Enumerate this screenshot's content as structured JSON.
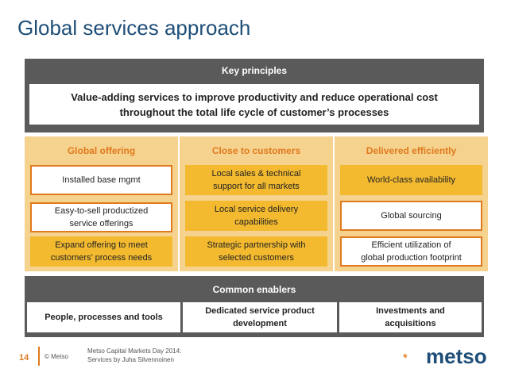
{
  "title": "Global services approach",
  "key_principles": {
    "heading": "Key principles",
    "statement_line1": "Value-adding services to improve productivity and reduce operational cost",
    "statement_line2": "throughout the total life cycle of customer’s processes"
  },
  "columns": [
    {
      "heading": "Global offering",
      "cells": [
        {
          "line1": "Installed base mgmt",
          "line2": ""
        },
        {
          "line1": "Easy-to-sell productized",
          "line2": "service offerings"
        },
        {
          "line1": "Expand offering  to meet",
          "line2": "customers’ process needs"
        }
      ]
    },
    {
      "heading": "Close to customers",
      "cells": [
        {
          "line1": "Local sales & technical",
          "line2": "support for all markets"
        },
        {
          "line1": "Local service delivery",
          "line2": "capabilities"
        },
        {
          "line1": "Strategic partnership with",
          "line2": "selected customers"
        }
      ]
    },
    {
      "heading": "Delivered efficiently",
      "cells": [
        {
          "line1": "World-class availability",
          "line2": ""
        },
        {
          "line1": "Global sourcing",
          "line2": ""
        },
        {
          "line1": "Efficient utilization of",
          "line2": "global production footprint"
        }
      ]
    }
  ],
  "common_enablers": {
    "heading": "Common enablers",
    "items": [
      {
        "line1": "People, processes and tools",
        "line2": ""
      },
      {
        "line1": "Dedicated service product",
        "line2": "development"
      },
      {
        "line1": "Investments and",
        "line2": "acquisitions"
      }
    ]
  },
  "footer": {
    "page_number": "14",
    "copyright": "© Metso",
    "source_line1": "Metso Capital Markets Day 2014:",
    "source_line2": "Services by Juha Silvennoinen",
    "logo_text": "metso"
  },
  "colors": {
    "title": "#1e4e78",
    "band": "#5a5a5a",
    "column_bg": "#f5d28e",
    "accent_orange": "#e07a1e",
    "cell_yellow": "#f3ba30"
  }
}
